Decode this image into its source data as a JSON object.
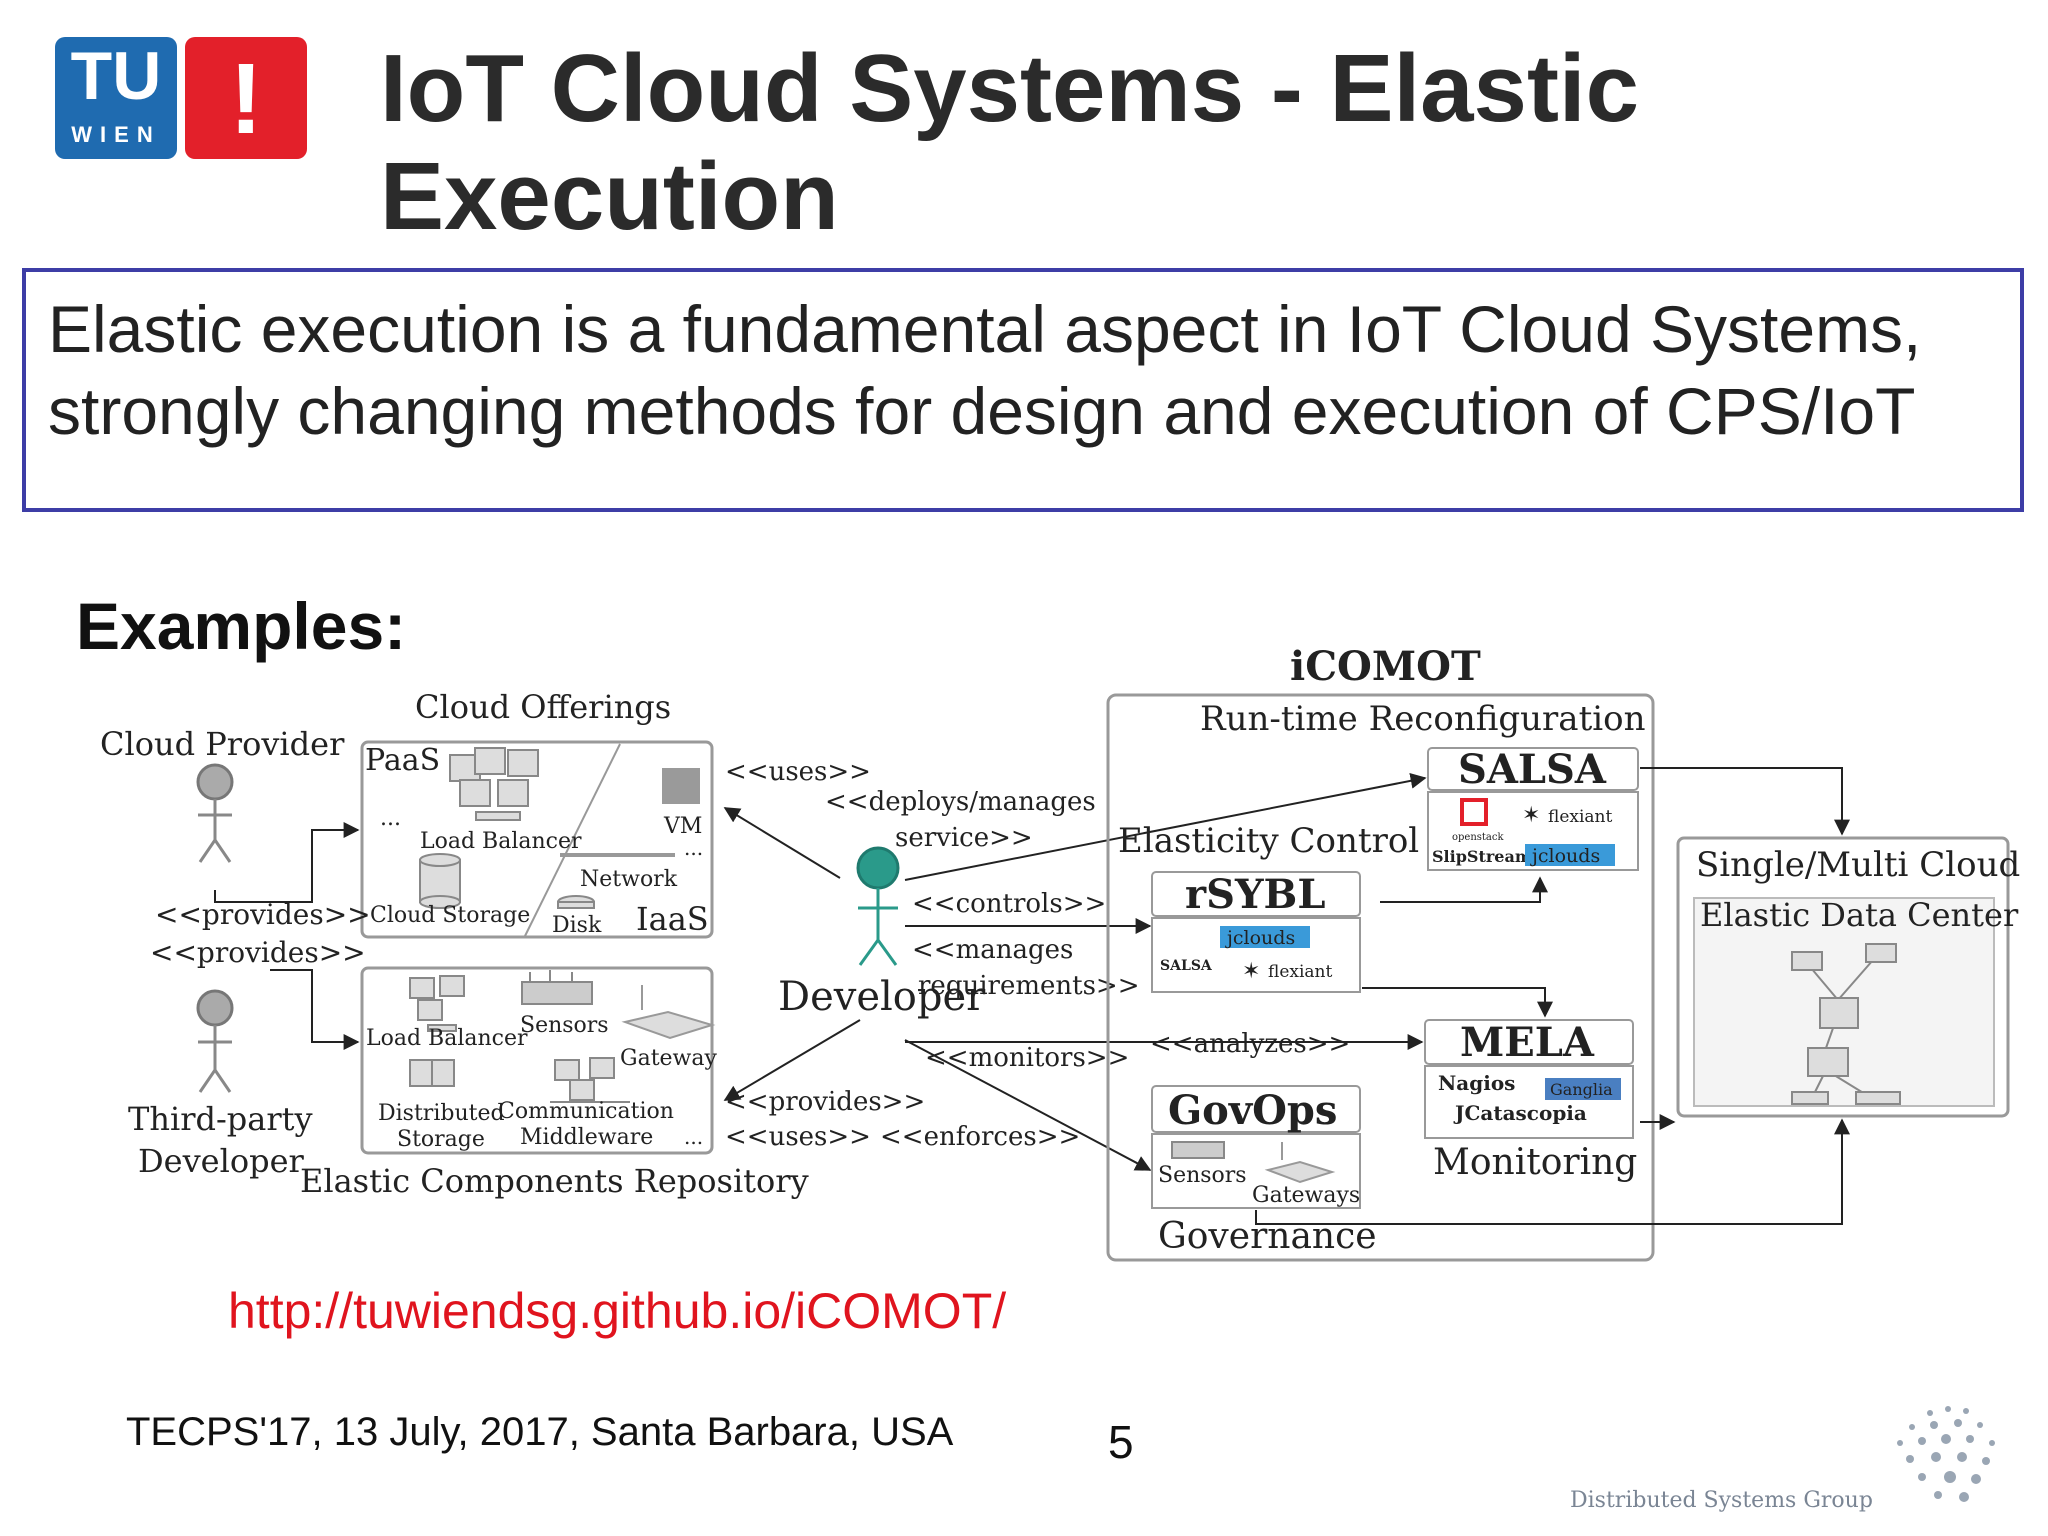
{
  "logo": {
    "line1": "TU",
    "line2": "WIEN",
    "mark": "!"
  },
  "title": "IoT Cloud Systems - Elastic Execution",
  "callout": "Elastic execution is a fundamental aspect in IoT Cloud Systems, strongly changing methods for design and execution of CPS/IoT",
  "examples_label": "Examples:",
  "diagram": {
    "cloud_provider": "Cloud Provider",
    "cloud_offerings": "Cloud Offerings",
    "paas": "PaaS",
    "iaas": "IaaS",
    "vm": "VM",
    "ellipsis": "...",
    "load_balancer": "Load Balancer",
    "network": "Network",
    "cloud_storage": "Cloud Storage",
    "disk": "Disk",
    "provides": "<<provides>>",
    "third_party_1": "Third-party",
    "third_party_2": "Developer",
    "sensors": "Sensors",
    "gateway": "Gateway",
    "distributed": "Distributed",
    "storage": "Storage",
    "communication": "Communication",
    "middleware": "Middleware",
    "ecr": "Elastic Components Repository",
    "uses": "<<uses>>",
    "deploys": "<<deploys/manages",
    "service": "service>>",
    "controls": "<<controls>>",
    "manages": "<<manages",
    "requirements": "requirements>>",
    "developer": "Developer",
    "analyzes": "<<analyzes>>",
    "monitors": "<<monitors>>",
    "enforces": "<<enforces>>",
    "icomot": "iCOMOT",
    "runtime": "Run-time Reconfiguration",
    "salsa": "SALSA",
    "elasticity_control": "Elasticity Control",
    "rsybl": "rSYBL",
    "openstack": "openstack",
    "slipstream": "SlipStream",
    "flexiant": "flexiant",
    "jclouds": "jclouds",
    "salsa_small": "SALSA",
    "mela": "MELA",
    "nagios": "Nagios",
    "ganglia": "Ganglia",
    "jcatascopia": "JCatascopia",
    "monitoring": "Monitoring",
    "govops": "GovOps",
    "gateways": "Gateways",
    "governance": "Governance",
    "single_multi": "Single/Multi Cloud",
    "elastic_dc": "Elastic Data Center"
  },
  "url": "http://tuwiendsg.github.io/iCOMOT/",
  "footer": "TECPS'17, 13 July, 2017, Santa Barbara, USA",
  "page_number": "5",
  "group_name": "Distributed Systems Group",
  "colors": {
    "tu_blue": "#1f6bb0",
    "tu_red": "#e3202a",
    "callout_border": "#3d3da6",
    "url_red": "#e0141e",
    "developer_head": "#2a9a8a"
  }
}
